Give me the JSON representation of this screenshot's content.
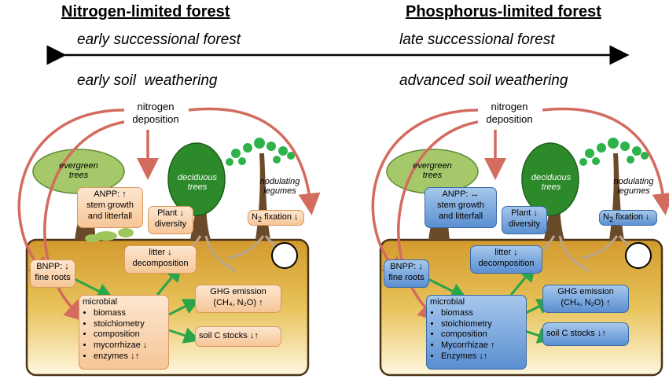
{
  "header": {
    "left_title": "Nitrogen-limited forest",
    "right_title": "Phosphorus-limited forest",
    "early_successional": "early successional forest",
    "late_successional": "late successional forest",
    "early_weathering": "early soil  weathering",
    "advanced_weathering": "advanced soil weathering"
  },
  "panels": {
    "left": {
      "deposition_line1": "nitrogen",
      "deposition_line2": "deposition",
      "evergreen_line1": "evergreen",
      "evergreen_line2": "trees",
      "deciduous_line1": "deciduous",
      "deciduous_line2": "trees",
      "legumes_line1": "nodulating",
      "legumes_line2": "legumes",
      "anpp_label": "ANPP:",
      "anpp_arrow": "↑",
      "anpp_line2": "stem growth",
      "anpp_line3": "and litterfall",
      "plant_line1": "Plant",
      "plant_line2": "diversity",
      "plant_arrow": "↓",
      "n2_label": "N",
      "n2_sub": "2",
      "n2_text": " fixation",
      "n2_arrow": "↓",
      "bnpp_label": "BNPP:",
      "bnpp_arrow": "↓",
      "bnpp_line2": "fine roots",
      "litter_line1": "litter",
      "litter_line2": "decomposition",
      "litter_arrow": "↓",
      "microbial_title": "microbial",
      "micro_items": [
        "biomass",
        "stoichiometry",
        "composition",
        "mycorrhizae",
        "enzymes"
      ],
      "micro_arrows_mycorrhizae": "↓",
      "micro_arrows_enzymes": "↓↑",
      "ghg_line1": "GHG emission",
      "ghg_line2": "(CH₄, N₂O)",
      "ghg_arrow": "↑",
      "soilc_label": "soil C stocks",
      "soilc_arrow": "↓↑"
    },
    "right": {
      "deposition_line1": "nitrogen",
      "deposition_line2": "deposition",
      "evergreen_line1": "evergreen",
      "evergreen_line2": "trees",
      "deciduous_line1": "deciduous",
      "deciduous_line2": "trees",
      "legumes_line1": "nodulating",
      "legumes_line2": "legumes",
      "anpp_label": "ANPP:",
      "anpp_arrow": "↔",
      "anpp_line2": "stem growth",
      "anpp_line3": "and litterfall",
      "plant_line1": "Plant",
      "plant_line2": "diversity",
      "plant_arrow": "↓",
      "n2_label": "N",
      "n2_sub": "2",
      "n2_text": " fixation",
      "n2_arrow": "↓",
      "bnpp_label": "BNPP:",
      "bnpp_arrow": "↓",
      "bnpp_line2": "fine roots",
      "litter_line1": "litter",
      "litter_line2": "decomposition",
      "litter_arrow": "↓",
      "microbial_title": "microbial",
      "micro_items": [
        "biomass",
        "stoichiometry",
        "composition",
        "Mycorrhizae",
        "Enzymes"
      ],
      "micro_arrows_mycorrhizae": "↑",
      "micro_arrows_enzymes": "↓↑",
      "ghg_line1": "GHG emission",
      "ghg_line2": "(CH₄, N₂O)",
      "ghg_arrow": "↑",
      "soilc_label": "soil C stocks",
      "soilc_arrow": "↓↑"
    }
  },
  "colors": {
    "soil": "#d9a93c",
    "orange_box": "#f6c697",
    "blue_box": "#5b8fd1",
    "red_arrow": "#d36b5e",
    "green_arrow": "#2aa54a"
  }
}
